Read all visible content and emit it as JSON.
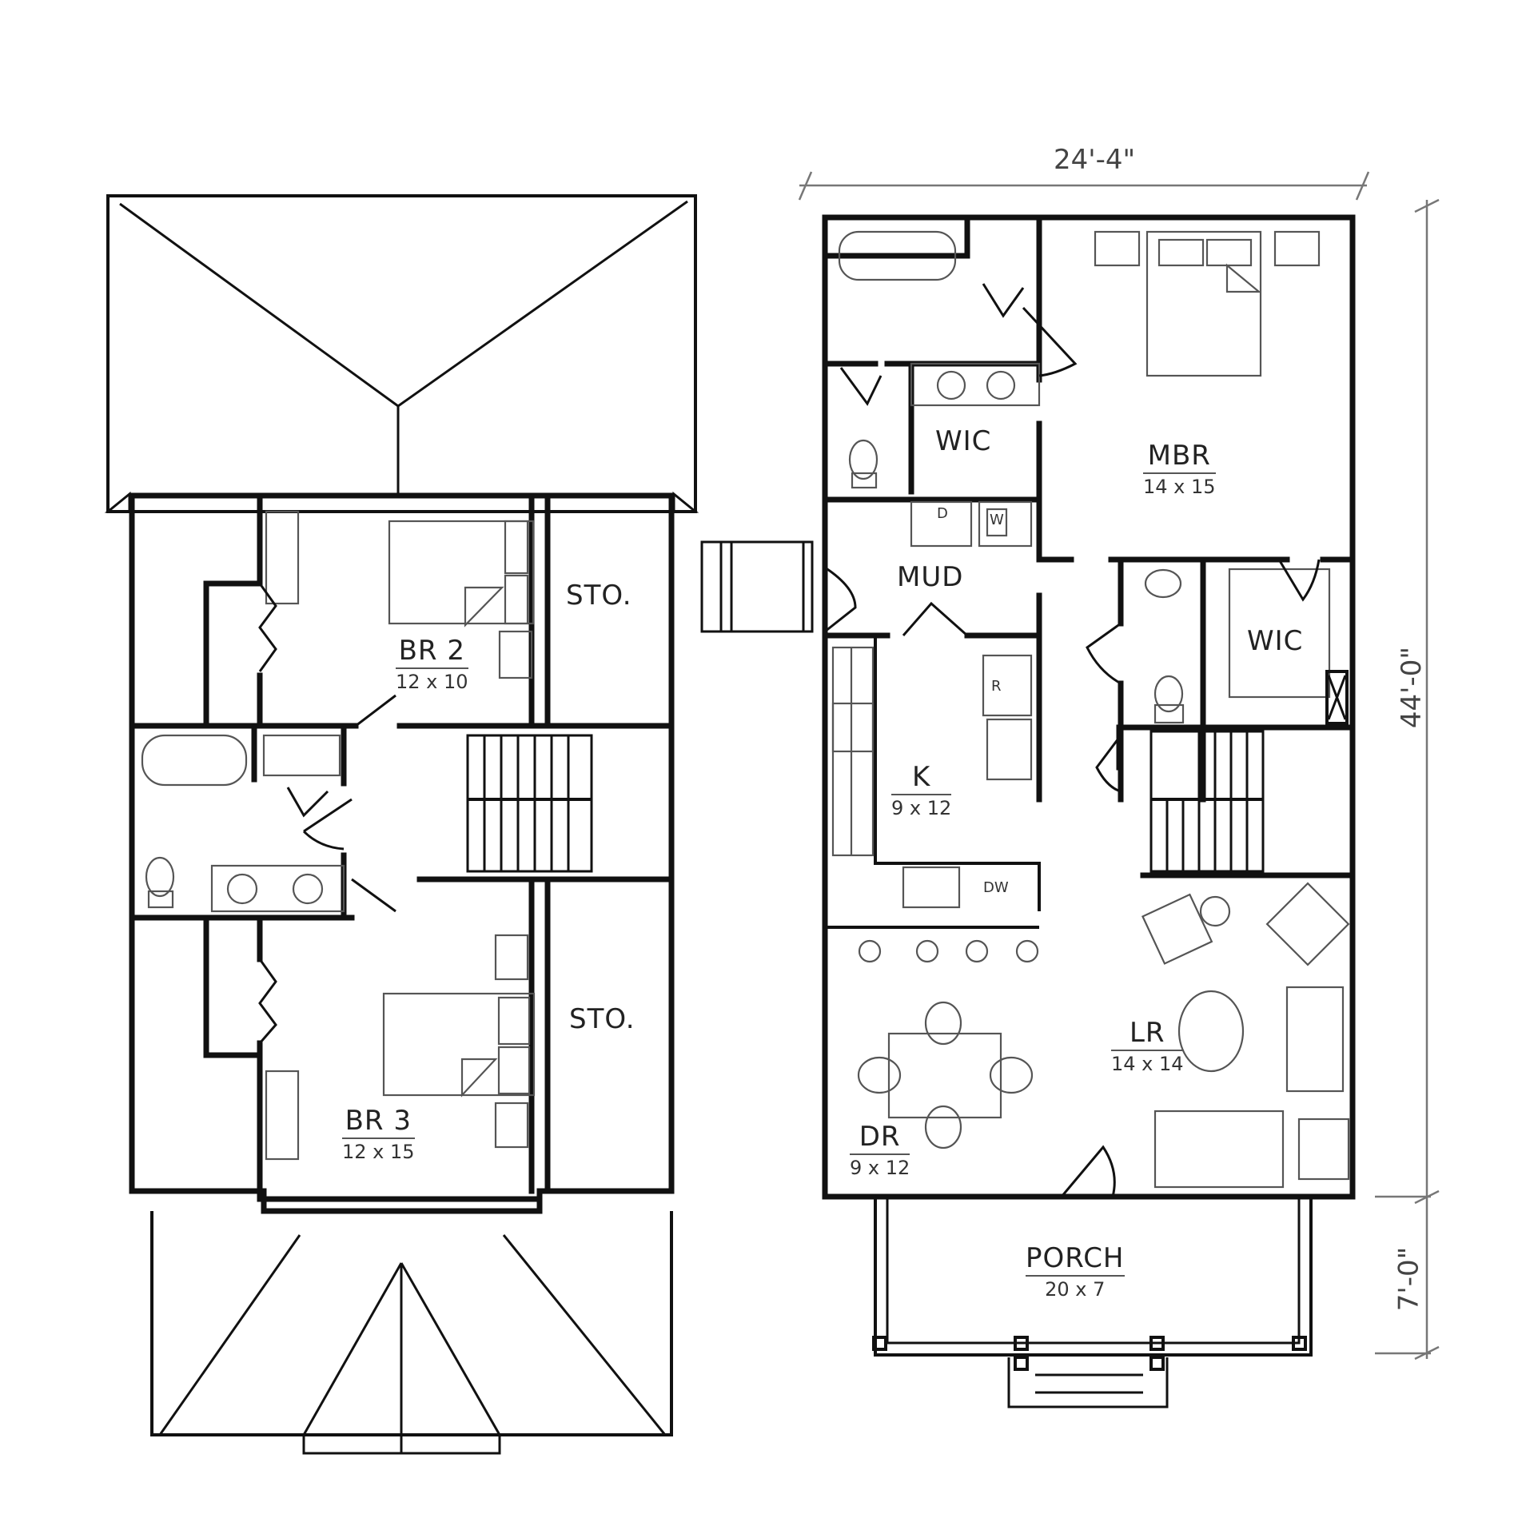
{
  "drawing": {
    "type": "house floor plan",
    "views": [
      "second floor (left)",
      "first floor (right)"
    ]
  },
  "dimensions": {
    "overall_width": "24'-4\"",
    "overall_depth": "44'-0\"",
    "porch_depth": "7'-0\""
  },
  "second_floor": {
    "rooms": [
      {
        "id": "br2",
        "name": "BR 2",
        "size": "12 x 10"
      },
      {
        "id": "br3",
        "name": "BR 3",
        "size": "12 x 15"
      },
      {
        "id": "sto1",
        "name": "STO.",
        "size": ""
      },
      {
        "id": "sto2",
        "name": "STO.",
        "size": ""
      }
    ]
  },
  "first_floor": {
    "rooms": [
      {
        "id": "mbr",
        "name": "MBR",
        "size": "14 x 15"
      },
      {
        "id": "wic1",
        "name": "WIC",
        "size": ""
      },
      {
        "id": "wic2",
        "name": "WIC",
        "size": ""
      },
      {
        "id": "mud",
        "name": "MUD",
        "size": ""
      },
      {
        "id": "k",
        "name": "K",
        "size": "9 x 12"
      },
      {
        "id": "lr",
        "name": "LR",
        "size": "14 x 14"
      },
      {
        "id": "dr",
        "name": "DR",
        "size": "9 x 12"
      },
      {
        "id": "porch",
        "name": "PORCH",
        "size": "20 x 7"
      }
    ],
    "appliance_tags": {
      "dryer": "D",
      "washer": "W",
      "refrigerator": "R",
      "dishwasher": "DW"
    }
  }
}
